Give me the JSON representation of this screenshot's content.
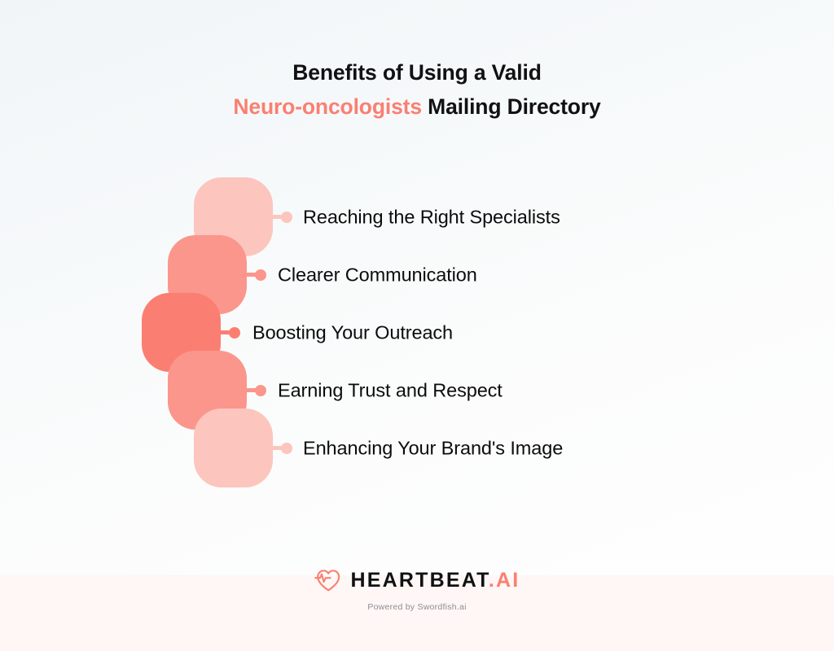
{
  "page": {
    "background_top": "#f1f5f8",
    "background_bottom": "#ffffff",
    "accent_color": "#f98072",
    "text_color": "#0c0c0c"
  },
  "title": {
    "line1": "Benefits of Using a Valid",
    "line2_accent": "Neuro-oncologists",
    "line2_rest": " Mailing Directory"
  },
  "benefits": [
    {
      "label": "Reaching the Right Specialists",
      "color": "#fcc5bd"
    },
    {
      "label": "Clearer Communication",
      "color": "#fb968c"
    },
    {
      "label": "Boosting Your Outreach",
      "color": "#fb7e72"
    },
    {
      "label": "Earning Trust and Respect",
      "color": "#fb968c"
    },
    {
      "label": "Enhancing Your Brand's Image",
      "color": "#fcc5bd"
    }
  ],
  "footer": {
    "logo_icon": "heart-pulse-icon",
    "logo_name": "HEARTBEAT",
    "logo_suffix": ".AI",
    "tagline": "Powered by Swordfish.ai",
    "band_color": "#fef7f5"
  }
}
